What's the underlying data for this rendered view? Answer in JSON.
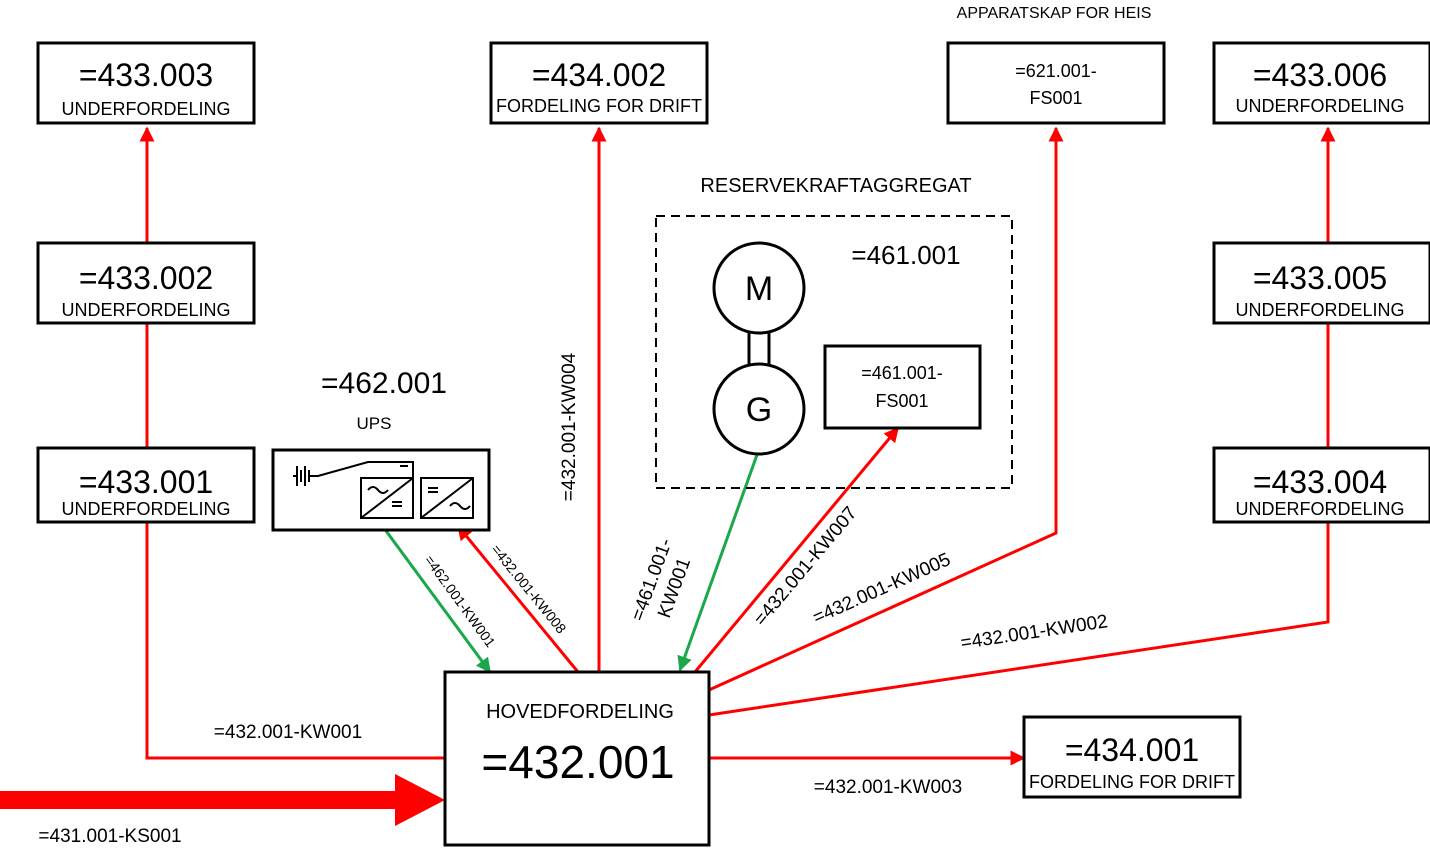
{
  "colors": {
    "feed": "#ff0000",
    "return": "#1aa84a"
  },
  "boxes": {
    "uf_433_003": {
      "code": "=433.003",
      "desc": "UNDERFORDELING"
    },
    "uf_433_002": {
      "code": "=433.002",
      "desc": "UNDERFORDELING"
    },
    "uf_433_001": {
      "code": "=433.001",
      "desc": "UNDERFORDELING"
    },
    "fd_434_002": {
      "code": "=434.002",
      "desc": "FORDELING FOR DRIFT"
    },
    "heis": {
      "caption": "APPARATSKAP FOR HEIS",
      "code_line1": "=621.001-",
      "code_line2": "FS001"
    },
    "uf_433_006": {
      "code": "=433.006",
      "desc": "UNDERFORDELING"
    },
    "uf_433_005": {
      "code": "=433.005",
      "desc": "UNDERFORDELING"
    },
    "uf_433_004": {
      "code": "=433.004",
      "desc": "UNDERFORDELING"
    },
    "fd_434_001": {
      "code": "=434.001",
      "desc": "FORDELING FOR DRIFT"
    },
    "hoved": {
      "title": "HOVEDFORDELING",
      "code": "=432.001"
    }
  },
  "generator": {
    "caption": "RESERVEKRAFTAGGREGAT",
    "code": "=461.001",
    "motor": "M",
    "gen": "G",
    "fs_line1": "=461.001-",
    "fs_line2": "FS001"
  },
  "ups": {
    "code": "=462.001",
    "caption": "UPS"
  },
  "cables": {
    "kw001": "=432.001-KW001",
    "kw002": "=432.001-KW002",
    "kw003": "=432.001-KW003",
    "kw004": "=432.001-KW004",
    "kw005": "=432.001-KW005",
    "kw007": "=432.001-KW007",
    "kw008": "=432.001-KW008",
    "ups_kw001": "=462.001-KW001",
    "gen_kw001_line1": "=461.001-",
    "gen_kw001_line2": "KW001",
    "ks001": "=431.001-KS001"
  },
  "icons": [
    "battery-icon",
    "rectifier-icon",
    "inverter-icon"
  ]
}
